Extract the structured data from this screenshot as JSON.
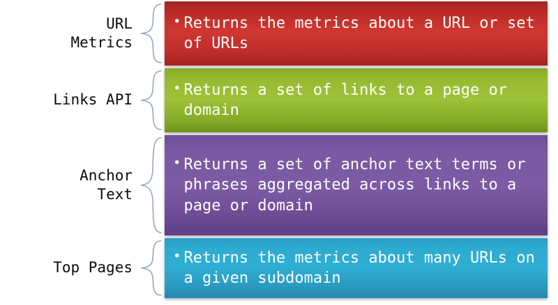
{
  "slide": {
    "background_color": "#ffffff",
    "brace_color": "#96a8c2",
    "label_color": "#0c0c0c",
    "text_color": "#ffffff",
    "bullet_glyph": "•"
  },
  "rows": [
    {
      "id": "url-metrics",
      "label": "URL\nMetrics",
      "bullet": "•",
      "text": "Returns the metrics about a URL or set of URLs",
      "color": "#c22f2a",
      "color_name": "red"
    },
    {
      "id": "links-api",
      "label": "Links API",
      "bullet": "•",
      "text": "Returns a set of links to a page or domain",
      "color": "#9ec239",
      "color_name": "green"
    },
    {
      "id": "anchor-text",
      "label": "Anchor\nText",
      "bullet": "•",
      "text": "Returns a set of anchor text terms or phrases aggregated across links to a page or domain",
      "color": "#7c5ba4",
      "color_name": "purple"
    },
    {
      "id": "top-pages",
      "label": "Top Pages",
      "bullet": "•",
      "text": "Returns the metrics about many URLs on a given subdomain",
      "color": "#2eaed2",
      "color_name": "teal"
    }
  ]
}
